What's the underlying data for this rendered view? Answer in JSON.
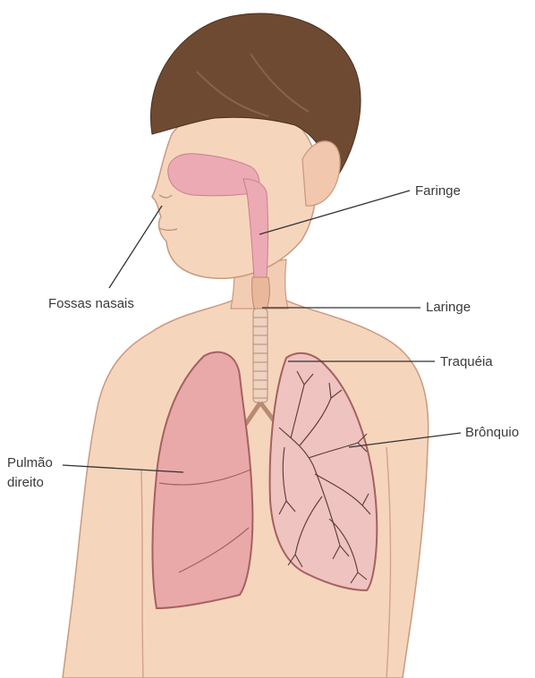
{
  "labels": {
    "faringe": "Faringe",
    "fossas_nasais": "Fossas nasais",
    "laringe": "Laringe",
    "traqueia": "Traquéia",
    "bronquio": "Brônquio",
    "pulmao_line1": "Pulmão",
    "pulmao_line2": "direito"
  },
  "colors": {
    "skin": "#f6d5bd",
    "hair": "#6e4a33",
    "airway": "#ecaab4",
    "lung_right": "#e9a9a8",
    "lung_left": "#eec3c0",
    "leader_line": "#333333"
  }
}
